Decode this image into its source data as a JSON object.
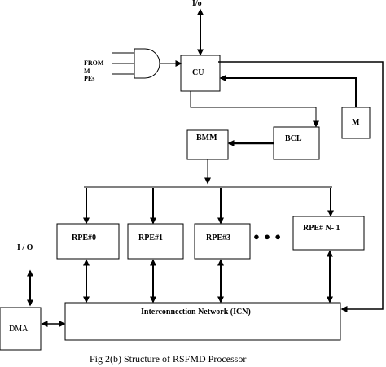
{
  "diagram": {
    "caption": "Fig 2(b) Structure of RSFMD Processor",
    "io_top_label": "I/o",
    "io_left_label": "I / O",
    "from_label_lines": [
      "FROM",
      "M",
      "PEs"
    ],
    "blocks": {
      "cu": "CU",
      "m": "M",
      "bmm": "BMM",
      "bcl": "BCL",
      "rpe0": "RPE#0",
      "rpe1": "RPE#1",
      "rpe3": "RPE#3",
      "rpen": "RPE# N- 1",
      "dma": "DMA",
      "icn": "Interconnection Network (ICN)"
    },
    "ellipsis": "● ● ●"
  }
}
